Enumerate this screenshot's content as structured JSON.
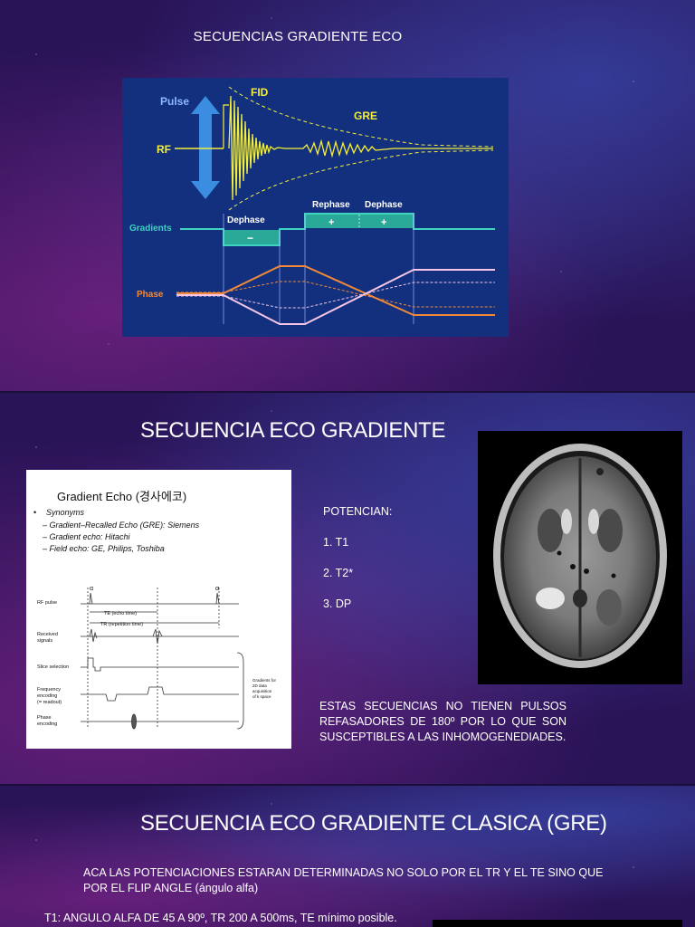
{
  "slide1": {
    "title": "SECUENCIAS GRADIENTE ECO",
    "diagram": {
      "pulse": "Pulse",
      "rf": "RF",
      "fid": "FID",
      "gre": "GRE",
      "gradients": "Gradients",
      "dephase1": "Dephase",
      "rephase": "Rephase",
      "dephase2": "Dephase",
      "minus": "−",
      "plus1": "+",
      "plus2": "+",
      "phase": "Phase"
    }
  },
  "slide2": {
    "title": "SECUENCIA ECO GRADIENTE",
    "figure": {
      "heading": "Gradient Echo (경사에코)",
      "bullet": "•",
      "synonyms": "Synonyms",
      "syn1": "– Gradient–Recalled Echo (GRE): Siemens",
      "syn2": "– Gradient echo: Hitachi",
      "syn3": "– Field echo: GE, Philips, Toshiba",
      "rf_pulse": "RF pulse",
      "received": "Received",
      "signals": "signals",
      "slice": "Slice selection",
      "freq1": "Frequency",
      "freq2": "encoding",
      "freq3": "(= readout)",
      "phase1": "Phase",
      "phase2": "encoding",
      "te": "TE (echo time)",
      "tr": "TR (repetition time)",
      "alpha1": "α",
      "alpha2": "α",
      "note1": "Gradients for",
      "note2": "2D data",
      "note3": "acquisition",
      "note4": "of k space"
    },
    "potencian_label": "POTENCIAN:",
    "items": [
      "1.   T1",
      "2.   T2*",
      "3.   DP"
    ],
    "paragraph": "ESTAS SECUENCIAS NO TIENEN PULSOS REFASADORES DE 180º POR LO QUE SON SUSCEPTIBLES A LAS INHOMOGENEDIADES."
  },
  "slide3": {
    "title": "SECUENCIA ECO GRADIENTE CLASICA (GRE)",
    "paragraph": "ACA LAS POTENCIACIONES ESTARAN DETERMINADAS NO SOLO POR EL TR Y EL TE SINO QUE POR EL FLIP ANGLE (ángulo alfa)",
    "t1_line": "T1: ANGULO ALFA DE 45 A 90º,  TR 200 A 500ms, TE mínimo posible."
  }
}
